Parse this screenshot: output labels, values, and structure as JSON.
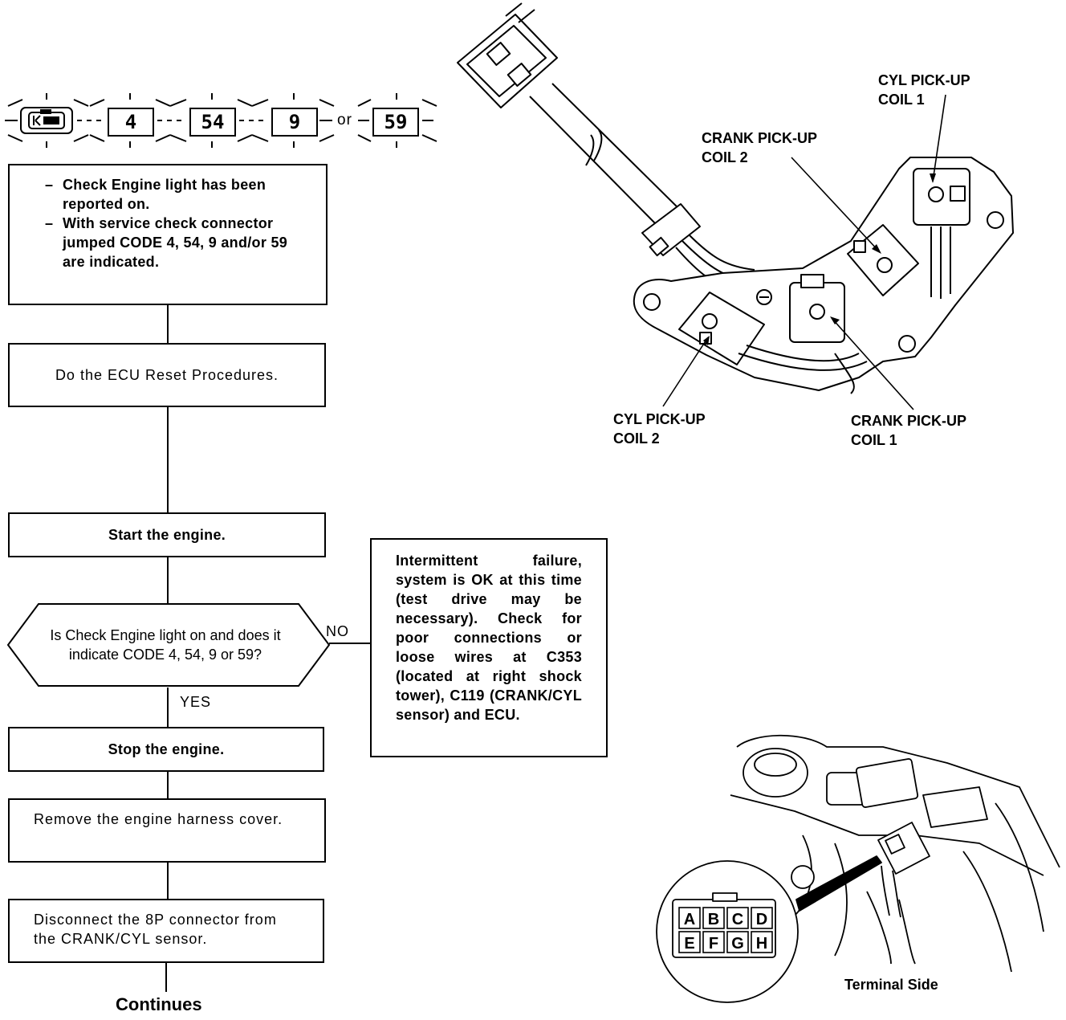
{
  "codes": {
    "items": [
      "4",
      "54",
      "9",
      "59"
    ],
    "or_label": "or"
  },
  "flow": {
    "symptom_lines": [
      "Check Engine light has been reported on.",
      "With service check connector jumped CODE 4, 54, 9 and/or 59 are indicated."
    ],
    "step_reset": "Do the ECU Reset Procedures.",
    "step_start": "Start the engine.",
    "decision": "Is Check Engine light on and does it indicate CODE 4, 54, 9 or 59?",
    "no_label": "NO",
    "yes_label": "YES",
    "no_result": "Intermittent failure, system is OK at this time (test drive may be necessary). Check for poor connections or loose wires at C353 (located at right shock tower), C119 (CRANK/CYL sensor) and ECU.",
    "step_stop": "Stop the engine.",
    "step_remove": "Remove the engine harness cover.",
    "step_disconnect": "Disconnect the 8P connector from the CRANK/CYL sensor.",
    "continues": "Continues"
  },
  "sensor_diagram": {
    "labels": {
      "cyl_coil_1_a": "CYL PICK-UP",
      "cyl_coil_1_b": "COIL 1",
      "crank_coil_2_a": "CRANK PICK-UP",
      "crank_coil_2_b": "COIL 2",
      "cyl_coil_2_a": "CYL PICK-UP",
      "cyl_coil_2_b": "COIL 2",
      "crank_coil_1_a": "CRANK PICK-UP",
      "crank_coil_1_b": "COIL 1"
    }
  },
  "connector_view": {
    "terminals_top": [
      "A",
      "B",
      "C",
      "D"
    ],
    "terminals_bottom": [
      "E",
      "F",
      "G",
      "H"
    ],
    "caption": "Terminal Side"
  }
}
